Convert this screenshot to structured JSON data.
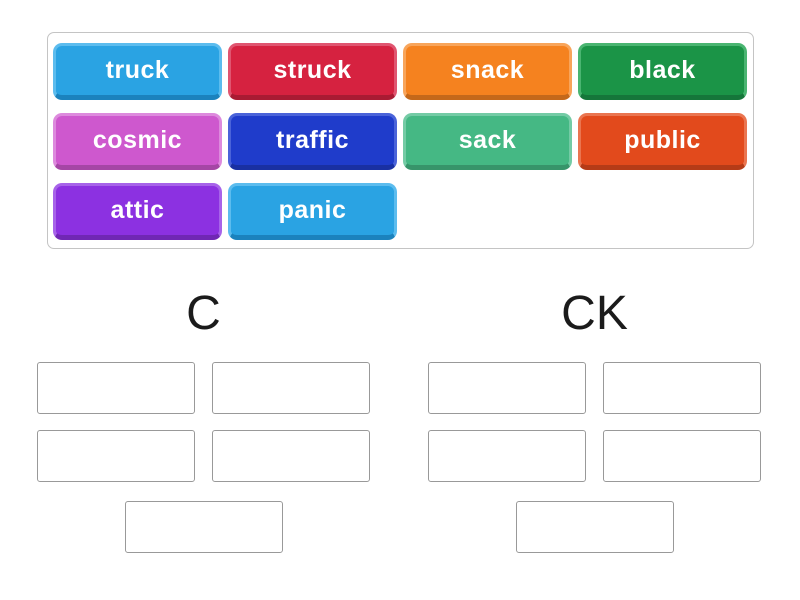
{
  "word_bank": {
    "tiles": [
      {
        "label": "truck",
        "fill": "#2aa3e3",
        "light": "#5cbcee",
        "dark": "#1b82bd"
      },
      {
        "label": "struck",
        "fill": "#d62240",
        "light": "#e05570",
        "dark": "#a91b33"
      },
      {
        "label": "snack",
        "fill": "#f5821f",
        "light": "#f8a55b",
        "dark": "#c4681a"
      },
      {
        "label": "black",
        "fill": "#1b9447",
        "light": "#4ab571",
        "dark": "#15763a"
      },
      {
        "label": "cosmic",
        "fill": "#ce58ce",
        "light": "#dd8add",
        "dark": "#a546a5"
      },
      {
        "label": "traffic",
        "fill": "#1f3ccb",
        "light": "#4a63d9",
        "dark": "#1930a2"
      },
      {
        "label": "sack",
        "fill": "#45b884",
        "light": "#74cba5",
        "dark": "#37946a"
      },
      {
        "label": "public",
        "fill": "#e24a1c",
        "light": "#ea7550",
        "dark": "#b53b17"
      },
      {
        "label": "attic",
        "fill": "#8c31e1",
        "light": "#a763e9",
        "dark": "#7027b4"
      },
      {
        "label": "panic",
        "fill": "#2aa3e3",
        "light": "#5cbcee",
        "dark": "#1b82bd"
      }
    ]
  },
  "groups": [
    {
      "label": "C",
      "slot_count": 5
    },
    {
      "label": "CK",
      "slot_count": 5
    }
  ],
  "colors": {
    "page_background": "#ffffff",
    "tray_border": "#c4c4c4",
    "slot_border": "#999999",
    "header_text": "#1b1b1b",
    "tile_text": "#ffffff"
  }
}
